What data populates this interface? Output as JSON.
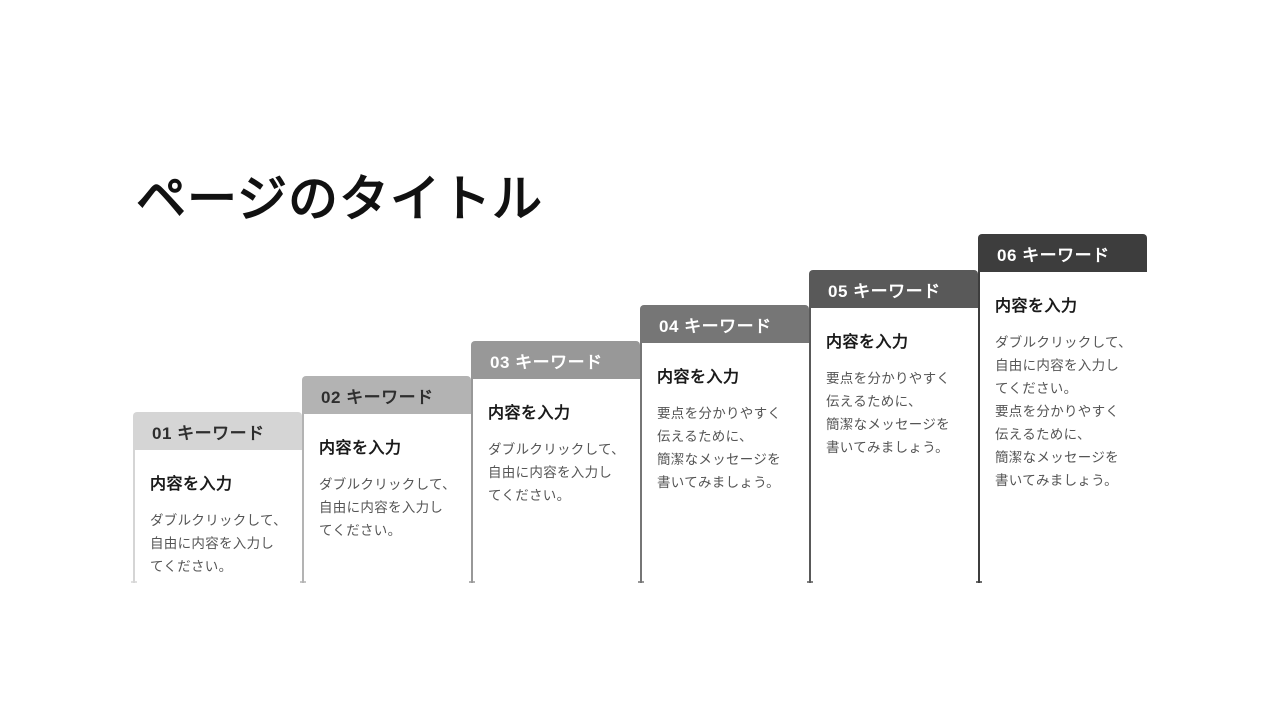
{
  "slide": {
    "title": "ページのタイトル",
    "background_color": "#ffffff"
  },
  "steps": [
    {
      "label": "01 キーワード",
      "heading": "内容を入力",
      "body": "ダブルクリックして、\n自由に内容を入力し\nてください。",
      "color": "#d5d5d5",
      "label_color": "#2e2e2e"
    },
    {
      "label": "02 キーワード",
      "heading": "内容を入力",
      "body": "ダブルクリックして、\n自由に内容を入力し\nてください。",
      "color": "#b3b3b3",
      "label_color": "#2e2e2e"
    },
    {
      "label": "03 キーワード",
      "heading": "内容を入力",
      "body": "ダブルクリックして、\n自由に内容を入力し\nてください。",
      "color": "#989898",
      "label_color": "#ffffff"
    },
    {
      "label": "04 キーワード",
      "heading": "内容を入力",
      "body": "要点を分かりやすく\n伝えるために、\n簡潔なメッセージを\n書いてみましょう。",
      "color": "#767676",
      "label_color": "#ffffff"
    },
    {
      "label": "05 キーワード",
      "heading": "内容を入力",
      "body": "要点を分かりやすく\n伝えるために、\n簡潔なメッセージを\n書いてみましょう。",
      "color": "#595959",
      "label_color": "#ffffff"
    },
    {
      "label": "06 キーワード",
      "heading": "内容を入力",
      "body": "ダブルクリックして、\n自由に内容を入力し\nてください。\n要点を分かりやすく\n伝えるために、\n簡潔なメッセージを\n書いてみましょう。",
      "color": "#3d3d3d",
      "label_color": "#ffffff"
    }
  ]
}
